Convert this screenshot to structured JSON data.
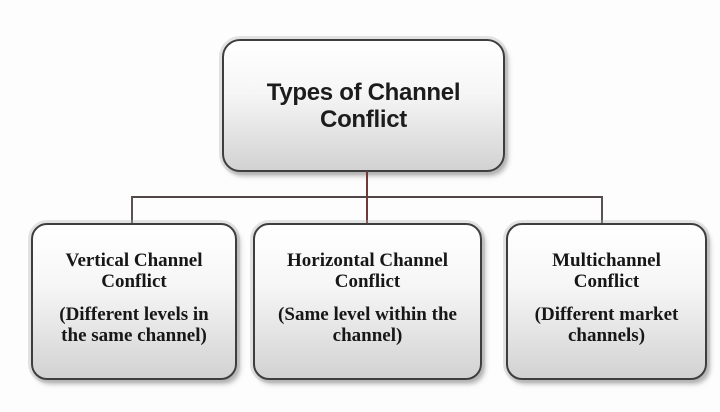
{
  "diagram": {
    "title": "Types of Channel Conflict",
    "root": {
      "title_lines": [
        "Types of Channel",
        "Conflict"
      ]
    },
    "children": [
      {
        "title_lines": [
          "Vertical Channel",
          "Conflict"
        ],
        "subtitle_lines": [
          "(Different levels in",
          "the same channel)"
        ]
      },
      {
        "title_lines": [
          "Horizontal Channel",
          "Conflict"
        ],
        "subtitle_lines": [
          "(Same level within the",
          "channel)"
        ]
      },
      {
        "title_lines": [
          "Multichannel",
          "Conflict"
        ],
        "subtitle_lines": [
          "(Different market",
          "channels)"
        ]
      }
    ],
    "colors": {
      "box_border": "#3e3e3e",
      "box_fill_top": "#ffffff",
      "box_fill_bottom": "#d2d2d2",
      "connector_stem": "#713a3a",
      "connector_bar": "#514747",
      "text": "#1c1c1c"
    }
  }
}
